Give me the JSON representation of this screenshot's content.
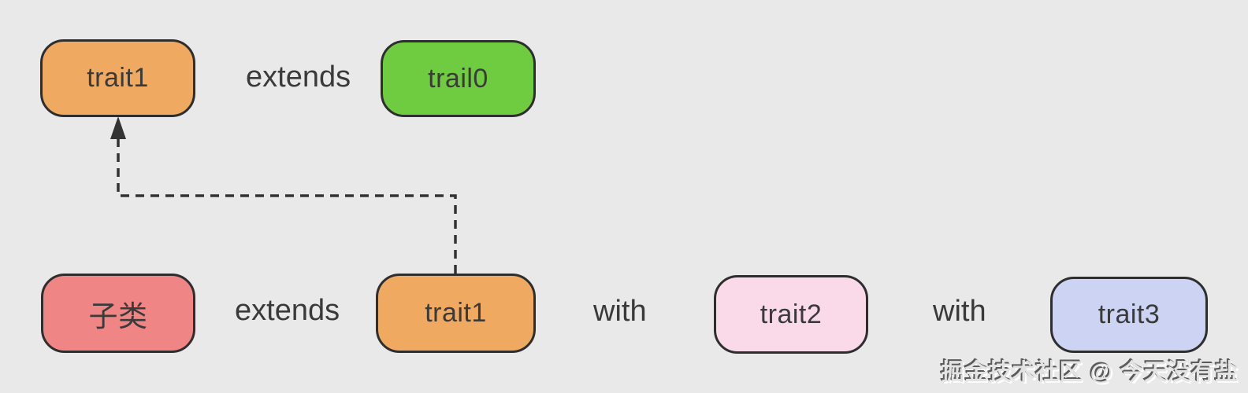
{
  "diagram": {
    "title_hint": "Scala trait mixin inheritance diagram",
    "colors": {
      "background": "#e9e9e9",
      "border": "#2e2e2e",
      "text": "#3a3a3a",
      "connector": "#333333",
      "node_orange": "#f0a961",
      "node_green": "#6fcb3f",
      "node_red": "#ef8585",
      "node_pink": "#fad9e9",
      "node_lavender": "#cdd3f2"
    },
    "nodes": [
      {
        "id": "trait1-top",
        "label": "trait1",
        "fill": "#f0a961"
      },
      {
        "id": "trail0",
        "label": "trail0",
        "fill": "#6fcb3f"
      },
      {
        "id": "zilei",
        "label": "子类",
        "fill": "#ef8585"
      },
      {
        "id": "trait1-bottom",
        "label": "trait1",
        "fill": "#f0a961"
      },
      {
        "id": "trait2",
        "label": "trait2",
        "fill": "#fad9e9"
      },
      {
        "id": "trait3",
        "label": "trait3",
        "fill": "#cdd3f2"
      }
    ],
    "keywords": {
      "extends_top": "extends",
      "extends_bottom": "extends",
      "with_1": "with",
      "with_2": "with"
    },
    "connector": {
      "style": "dashed",
      "from": "trait1-bottom",
      "to": "trait1-top",
      "color": "#333333"
    },
    "watermark": "掘金技术社区 @ 今天没有盐"
  }
}
